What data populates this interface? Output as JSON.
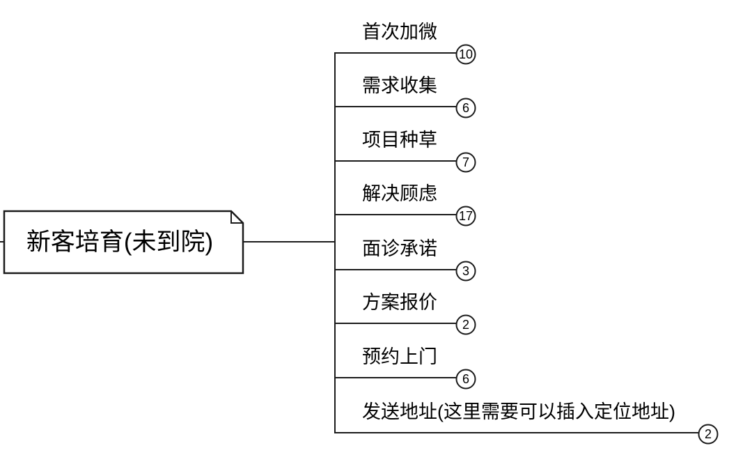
{
  "root": {
    "label": "新客培育(未到院)"
  },
  "branches": [
    {
      "label": "首次加微",
      "count": "10"
    },
    {
      "label": "需求收集",
      "count": "6"
    },
    {
      "label": "项目种草",
      "count": "7"
    },
    {
      "label": "解决顾虑",
      "count": "17"
    },
    {
      "label": "面诊承诺",
      "count": "3"
    },
    {
      "label": "方案报价",
      "count": "2"
    },
    {
      "label": "预约上门",
      "count": "6"
    },
    {
      "label": "发送地址(这里需要可以插入定位地址)",
      "count": "2"
    }
  ],
  "colors": {
    "stroke": "#1a1a1a",
    "text": "#000000",
    "background": "#ffffff"
  }
}
